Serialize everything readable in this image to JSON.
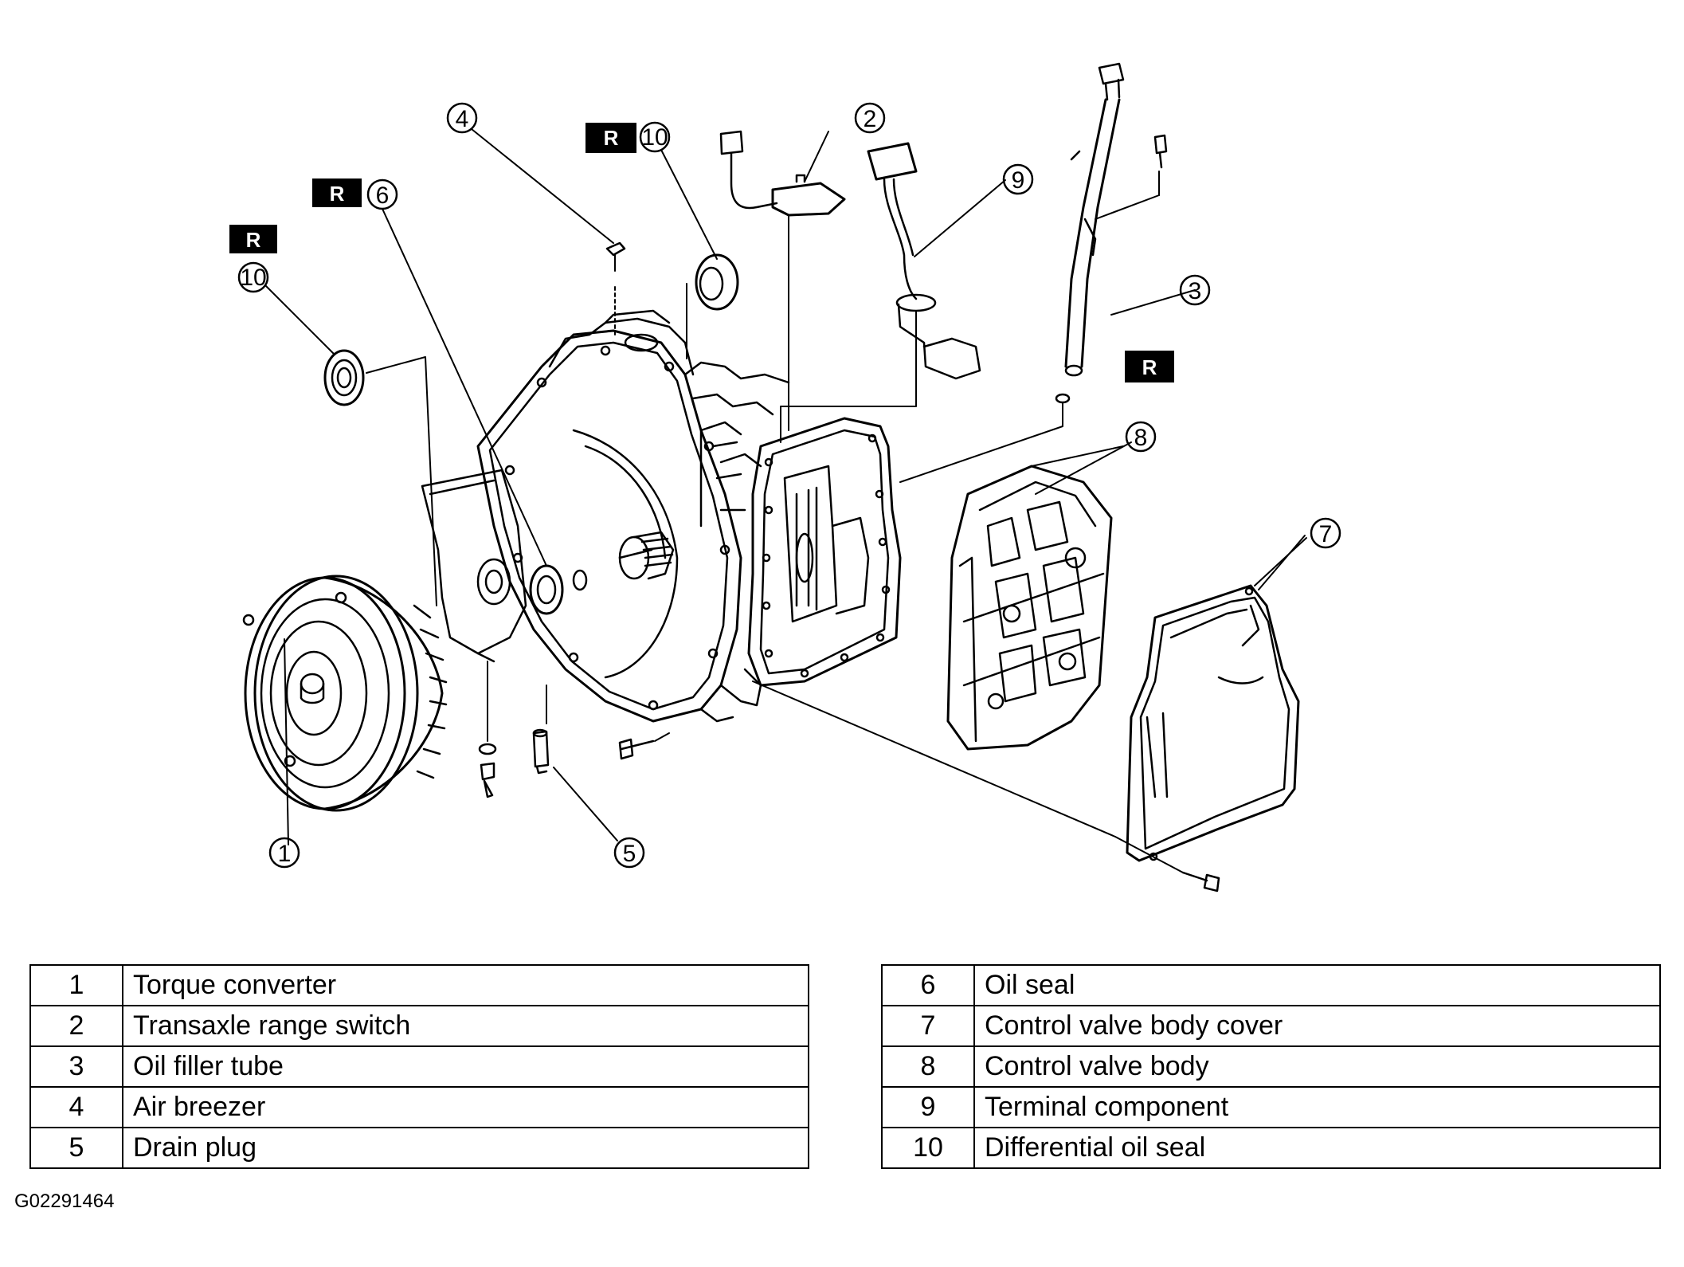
{
  "callouts": {
    "c1": "1",
    "c2": "2",
    "c3": "3",
    "c4": "4",
    "c5": "5",
    "c6": "6",
    "c7": "7",
    "c8": "8",
    "c9": "9",
    "c10_left": "10",
    "c10_top": "10"
  },
  "replace_mark": "R",
  "parts_left": [
    {
      "num": "1",
      "name": "Torque converter"
    },
    {
      "num": "2",
      "name": "Transaxle range switch"
    },
    {
      "num": "3",
      "name": "Oil filler tube"
    },
    {
      "num": "4",
      "name": "Air breezer"
    },
    {
      "num": "5",
      "name": "Drain plug"
    }
  ],
  "parts_right": [
    {
      "num": "6",
      "name": "Oil seal"
    },
    {
      "num": "7",
      "name": "Control valve body cover"
    },
    {
      "num": "8",
      "name": "Control valve body"
    },
    {
      "num": "9",
      "name": "Terminal component"
    },
    {
      "num": "10",
      "name": "Differential oil seal"
    }
  ],
  "figure_id": "G02291464"
}
